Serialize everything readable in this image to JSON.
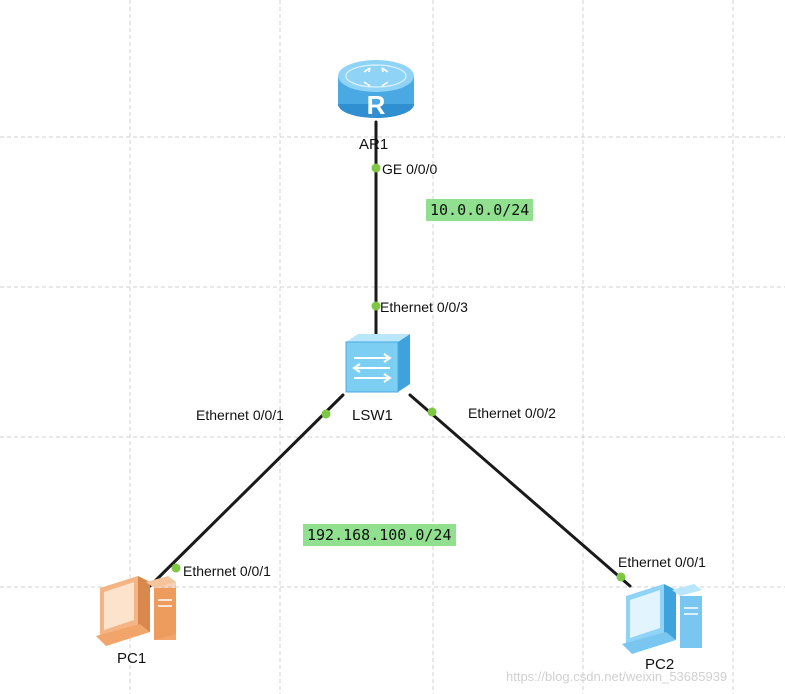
{
  "devices": {
    "router": {
      "name": "AR1"
    },
    "switch": {
      "name": "LSW1"
    },
    "pc1": {
      "name": "PC1"
    },
    "pc2": {
      "name": "PC2"
    }
  },
  "ports": {
    "ar1_ge": "GE 0/0/0",
    "lsw1_e3": "Ethernet 0/0/3",
    "lsw1_e1": "Ethernet 0/0/1",
    "lsw1_e2": "Ethernet 0/0/2",
    "pc1_e1": "Ethernet 0/0/1",
    "pc2_e1": "Ethernet 0/0/1"
  },
  "networks": {
    "wan": "10.0.0.0/24",
    "lan": "192.168.100.0/24"
  },
  "colors": {
    "port_dot": "#7dc744",
    "network_label_bg": "#90e090",
    "router_blue": "#5bb7ea",
    "switch_blue": "#7ccff2",
    "pc1_orange": "#f2a56a",
    "pc2_blue": "#79c7f0"
  },
  "watermark": "https://blog.csdn.net/weixin_53685939"
}
